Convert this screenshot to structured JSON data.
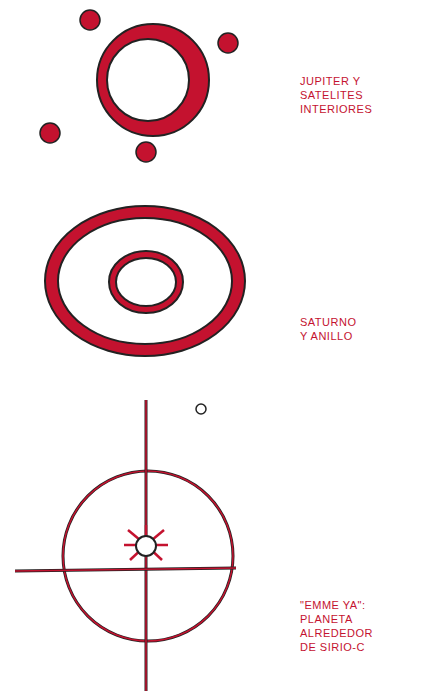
{
  "diagram": {
    "labels": [
      "JUPITER Y SATELITES INTERIORES",
      "SATURNO Y ANILLO",
      "\"EMME YA\": PLANETA ALREDEDOR DE SIRIO-C"
    ]
  }
}
